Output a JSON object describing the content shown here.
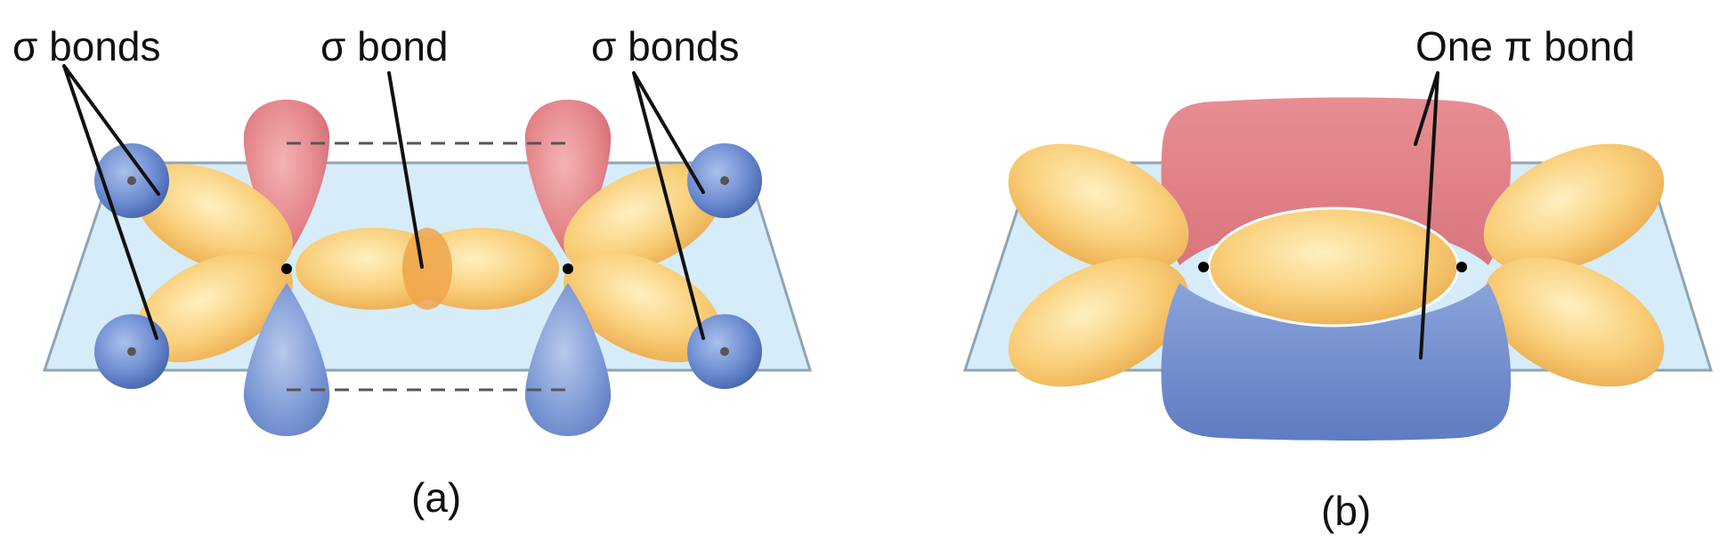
{
  "panel_a": {
    "labels": {
      "sigma_bonds_left": "σ bonds",
      "sigma_bond_center": "σ bond",
      "sigma_bonds_right": "σ bonds"
    },
    "caption": "(a)"
  },
  "panel_b": {
    "labels": {
      "pi_bond": "One π bond"
    },
    "caption": "(b)"
  },
  "colors": {
    "plane": "#d6ecf8",
    "plane_edge": "#8fa4b3",
    "sp2_lobe": "#f7c66a",
    "p_top": "#de7a80",
    "p_bottom": "#6f8fcf",
    "hydrogen": "#5a7cc4"
  }
}
